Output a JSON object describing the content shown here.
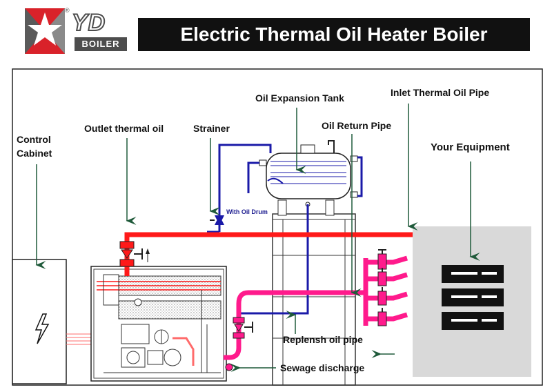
{
  "brand": {
    "logo_text": "YD",
    "logo_subtext": "BOILER",
    "registered_mark": "®"
  },
  "title": "Electric Thermal Oil Heater Boiler",
  "labels": {
    "control_cabinet_line1": "Control",
    "control_cabinet_line2": "Cabinet",
    "outlet_thermal_oil": "Outlet thermal oil",
    "strainer": "Strainer",
    "oil_expansion_tank": "Oil Expansion Tank",
    "inlet_thermal_oil_pipe": "Inlet Thermal Oil Pipe",
    "oil_return_pipe": "Oil Return Pipe",
    "your_equipment": "Your Equipment",
    "with_oil_drum": "With Oil Drum",
    "replensh_oil_pipe": "Replensh oil pipe",
    "sewage_discharge": "Sewage discharge"
  },
  "colors": {
    "hot_pipe": "#ff1a1a",
    "return_pipe": "#ff1a8c",
    "feed_pipe": "#1a1aa8",
    "arrow": "#1f5a3a",
    "equipment_fill": "#d9d9d9",
    "logo_red": "#d9222a",
    "logo_gray": "#5a5a5a"
  }
}
